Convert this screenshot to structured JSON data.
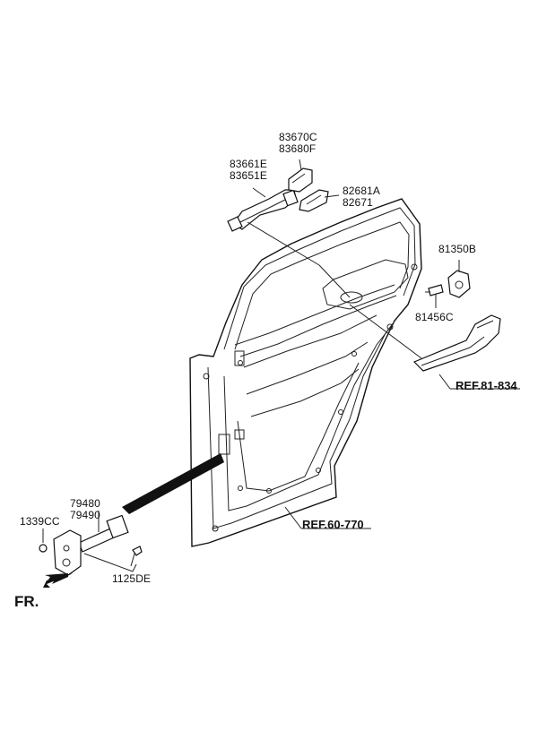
{
  "labels": {
    "p83670C": "83670C",
    "p83680F": "83680F",
    "p83661E": "83661E",
    "p83651E": "83651E",
    "p82681A": "82681A",
    "p82671": "82671",
    "p81350B": "81350B",
    "p81456C": "81456C",
    "p79480": "79480",
    "p79490": "79490",
    "p1339CC": "1339CC",
    "p1125DE": "1125DE"
  },
  "refs": {
    "ref_81_834": "REF.81-834",
    "ref_60_770": "REF.60-770"
  },
  "direction": {
    "front": "FR."
  },
  "icons": {
    "front_arrow": "arrow-left-down-icon"
  }
}
